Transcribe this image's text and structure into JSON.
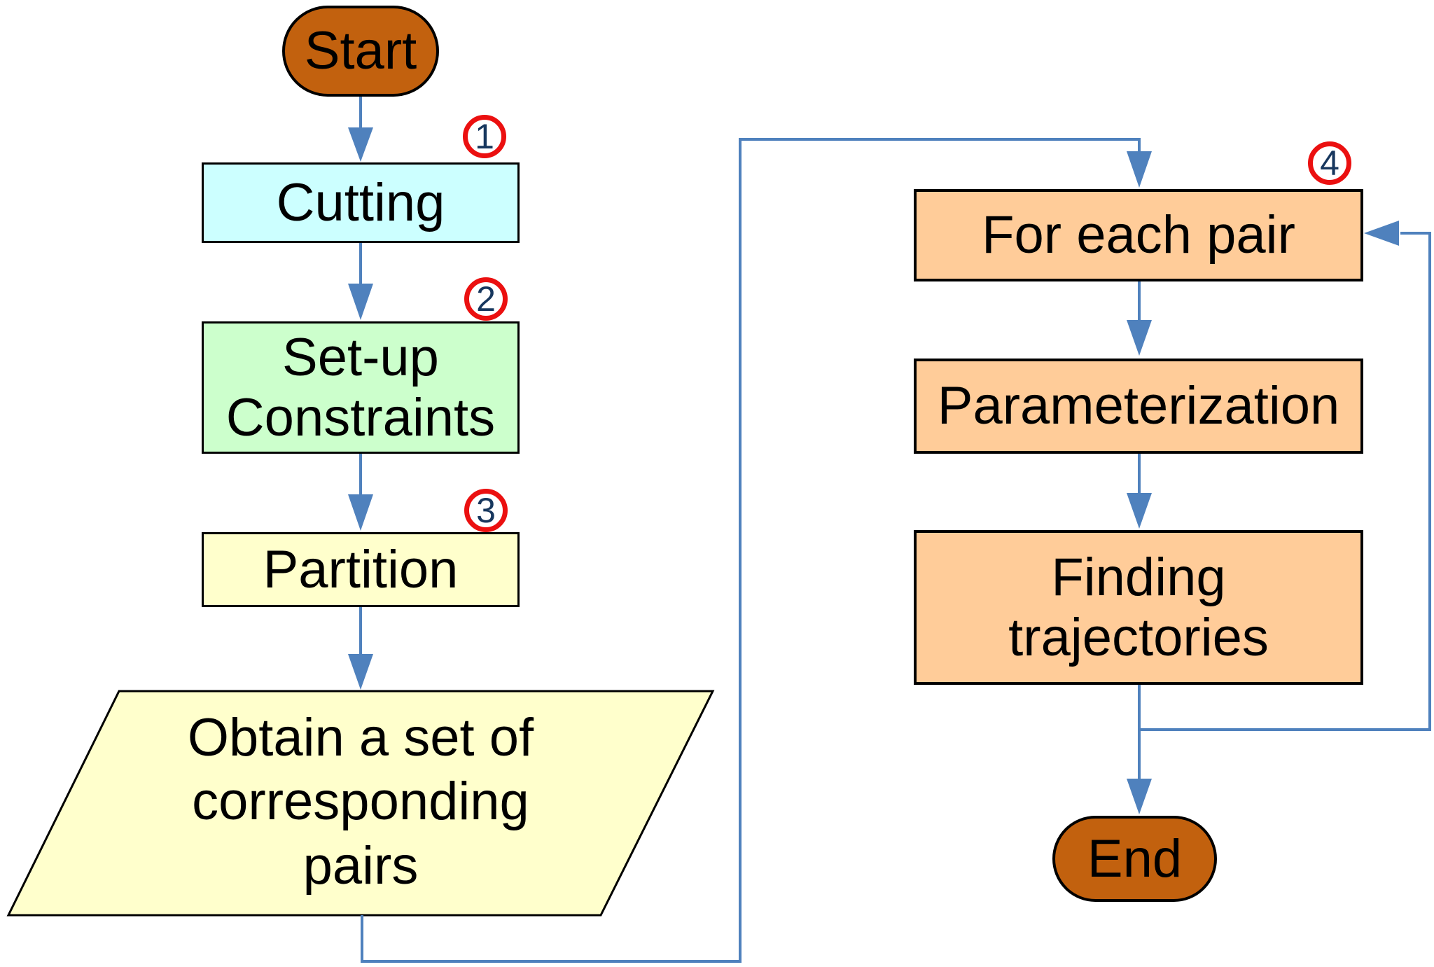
{
  "diagram_type": "flowchart",
  "colors": {
    "background": "#FFFFFF",
    "line": "#4F81BD",
    "shape_border": "#000000",
    "text": "#000000",
    "terminator_fill": "#C2610E",
    "cutting_fill": "#CCFFFF",
    "setup_fill": "#CCFFCC",
    "partition_fill": "#FFFFCC",
    "io_fill": "#FFFFCC",
    "loop_fill": "#FFCC99",
    "badge_ring": "#EB1010",
    "badge_number": "#17375E"
  },
  "nodes": {
    "start": {
      "label": "Start"
    },
    "cutting": {
      "label": "Cutting",
      "badge": "1"
    },
    "setup_constraints": {
      "label": "Set-up\nConstraints",
      "badge": "2"
    },
    "partition": {
      "label": "Partition",
      "badge": "3"
    },
    "obtain_pairs": {
      "label": "Obtain a set of\ncorresponding\npairs"
    },
    "for_each_pair": {
      "label": "For each pair",
      "badge": "4"
    },
    "parameterization": {
      "label": "Parameterization"
    },
    "finding_trajectories": {
      "label": "Finding\ntrajectories"
    },
    "end": {
      "label": "End"
    }
  }
}
